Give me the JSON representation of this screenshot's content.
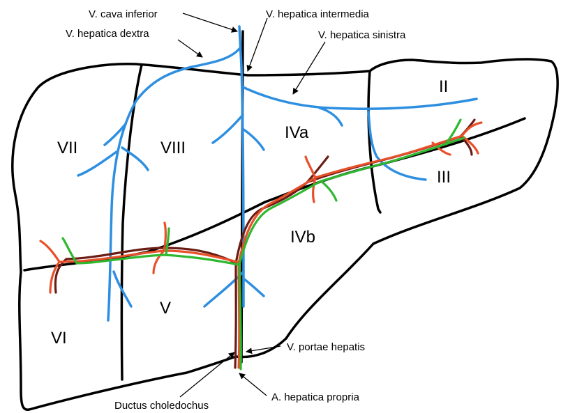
{
  "colors": {
    "outline": "#000000",
    "hepatic_veins": "#2e8fe0",
    "portal_vein": "#e8502a",
    "hepatic_artery": "#6b1c14",
    "bile_duct": "#2fb82f"
  },
  "labels": {
    "v_cava_inferior": "V. cava inferior",
    "v_hepatica_dextra": "V. hepatica dextra",
    "v_hepatica_intermedia": "V. hepatica intermedia",
    "v_hepatica_sinistra": "V. hepatica sinistra",
    "v_portae_hepatis": "V. portae hepatis",
    "ductus_choledochus": "Ductus choledochus",
    "a_hepatica_propria": "A. hepatica propria"
  },
  "segments": {
    "II": "II",
    "III": "III",
    "IVa": "IVa",
    "IVb": "IVb",
    "V": "V",
    "VI": "VI",
    "VII": "VII",
    "VIII": "VIII"
  }
}
